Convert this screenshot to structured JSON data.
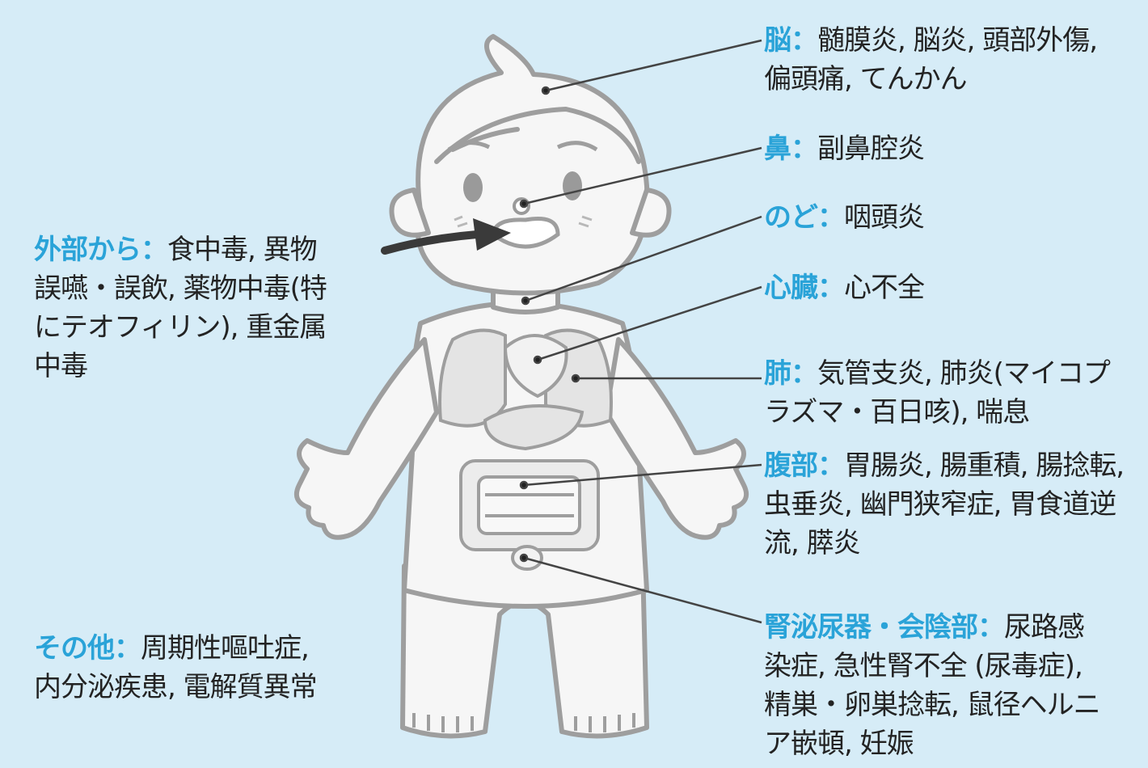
{
  "colors": {
    "background": "#d6ecf7",
    "label_accent": "#2aa3d8",
    "text": "#232323",
    "body_fill": "#f5f5f5",
    "outline": "#9a9a9a",
    "organs": "#dedede"
  },
  "icons": [
    "child-body-illustration",
    "ingestion-arrow-icon"
  ],
  "notes": {
    "brain": {
      "key": "脳",
      "sep": "：",
      "lines": [
        "髄膜炎, 脳炎, 頭部外傷,",
        "偏頭痛, てんかん"
      ]
    },
    "nose": {
      "key": "鼻",
      "sep": "：",
      "lines": [
        "副鼻腔炎"
      ]
    },
    "throat": {
      "key": "のど",
      "sep": "：",
      "lines": [
        "咽頭炎"
      ]
    },
    "heart": {
      "key": "心臓",
      "sep": "：",
      "lines": [
        "心不全"
      ]
    },
    "lung": {
      "key": "肺",
      "sep": "：",
      "lines": [
        "気管支炎, 肺炎(マイコプ",
        "ラズマ・百日咳), 喘息"
      ]
    },
    "abdomen": {
      "key": "腹部",
      "sep": "：",
      "lines": [
        "胃腸炎, 腸重積, 腸捻転,",
        "虫垂炎, 幽門狭窄症, 胃食道逆",
        "流, 膵炎"
      ]
    },
    "urogenital": {
      "key": "腎泌尿器・会陰部",
      "sep": "：",
      "lines": [
        "尿路感",
        "染症, 急性腎不全 (尿毒症),",
        "精巣・卵巣捻転, 鼠径ヘルニ",
        "ア嵌頓, 妊娠"
      ]
    },
    "external": {
      "key": "外部から",
      "sep": "：",
      "lines": [
        "食中毒, 異物",
        "誤嚥・誤飲, 薬物中毒(特",
        "にテオフィリン), 重金属",
        "中毒"
      ]
    },
    "other": {
      "key": "その他",
      "sep": "：",
      "lines": [
        "周期性嘔吐症,",
        "内分泌疾患, 電解質異常"
      ]
    }
  }
}
